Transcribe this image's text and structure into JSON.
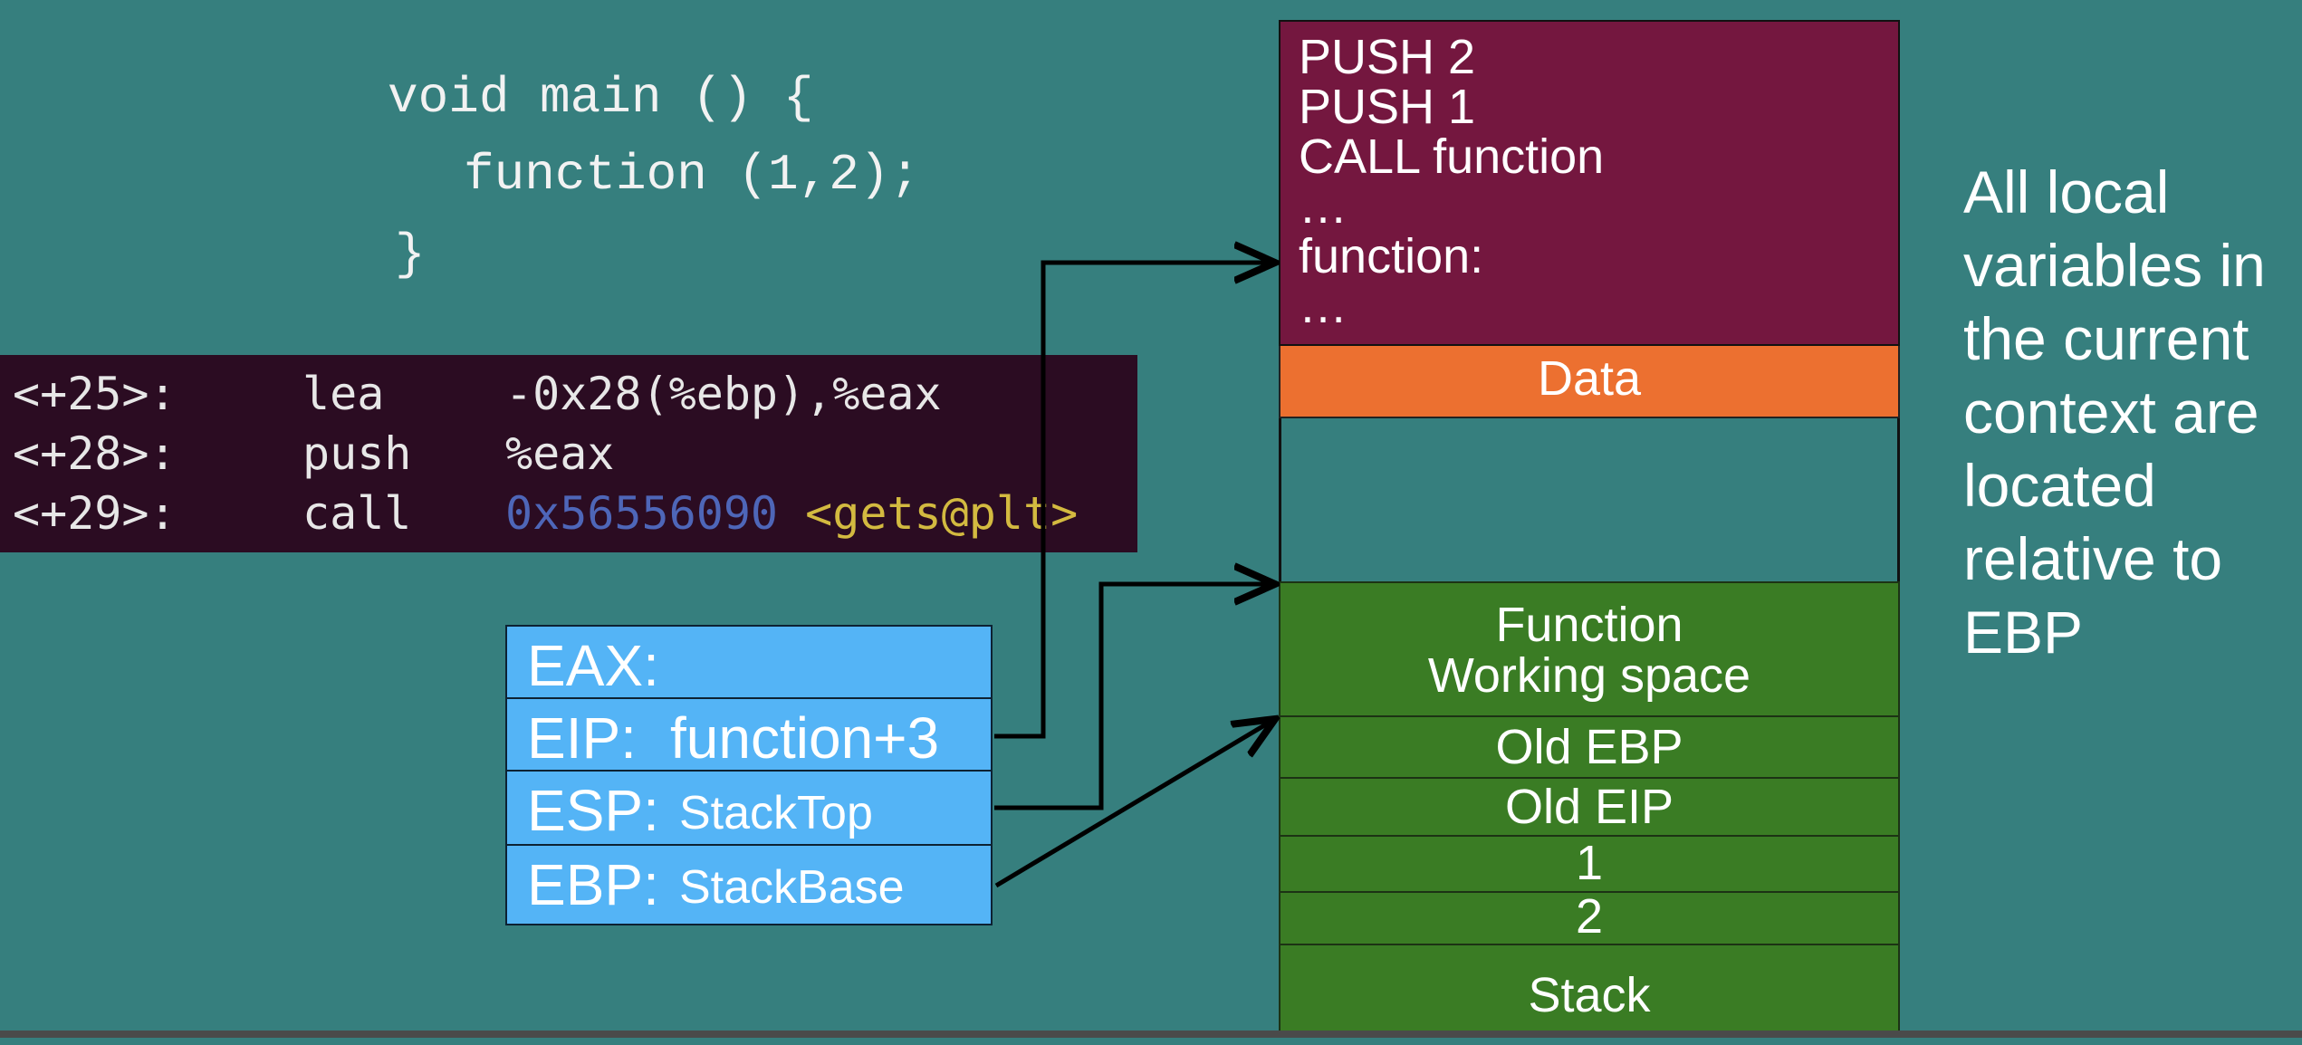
{
  "code": {
    "line1": "void main () {",
    "line2": "function (1,2);",
    "line3": "}"
  },
  "asm": {
    "rows": [
      {
        "offset": "<+25>:",
        "op": "lea",
        "arg_plain": "-0x28(%ebp),%eax",
        "arg_addr": "",
        "arg_sym": ""
      },
      {
        "offset": "<+28>:",
        "op": "push",
        "arg_plain": "%eax",
        "arg_addr": "",
        "arg_sym": ""
      },
      {
        "offset": "<+29>:",
        "op": "call",
        "arg_plain": "",
        "arg_addr": "0x56556090",
        "arg_sym": "<gets@plt>"
      }
    ]
  },
  "registers": {
    "eax": {
      "name": "EAX:",
      "value": ""
    },
    "eip": {
      "name": "EIP:",
      "value": "function+3"
    },
    "esp": {
      "name": "ESP:",
      "value": "StackTop"
    },
    "ebp": {
      "name": "EBP:",
      "value": "StackBase"
    }
  },
  "memory": {
    "code_lines": [
      "PUSH 2",
      "PUSH 1",
      "CALL function",
      "…",
      "function:",
      "…"
    ],
    "data": "Data",
    "working_line1": "Function",
    "working_line2": "Working space",
    "old_ebp": "Old EBP",
    "old_eip": "Old EIP",
    "arg1": "1",
    "arg2": "2",
    "stack": "Stack"
  },
  "side_note": "All local variables in the current context are located relative to EBP",
  "colors": {
    "background": "#367f7e",
    "code_segment": "#74173f",
    "data_segment": "#ec7030",
    "stack_segment": "#3a7c24",
    "register_panel": "#54b4f6",
    "terminal": "#2b0c22"
  }
}
